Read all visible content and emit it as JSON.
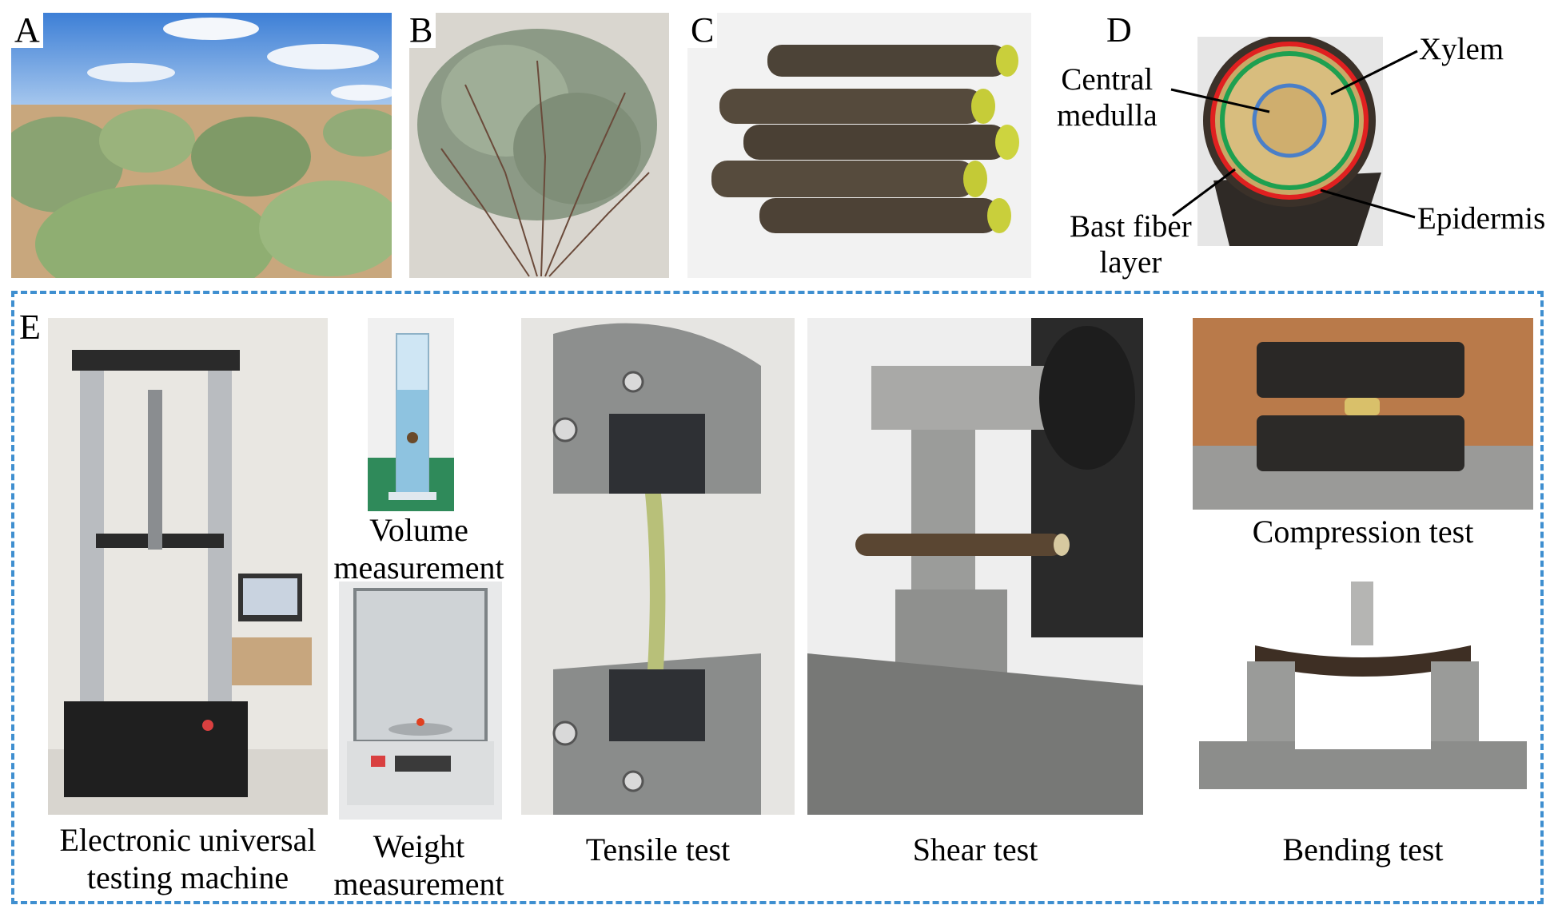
{
  "panels": {
    "a": {
      "letter": "A",
      "image": "shrubland-field-photo"
    },
    "b": {
      "letter": "B",
      "image": "uprooted-shrub-photo"
    },
    "c": {
      "letter": "C",
      "image": "cut-stem-bundle-photo"
    },
    "d": {
      "letter": "D",
      "image": "stem-cross-section-photo",
      "labels": {
        "central_medulla": "Central\nmedulla",
        "xylem": "Xylem",
        "bast_fiber_layer": "Bast fiber\nlayer",
        "epidermis": "Epidermis"
      },
      "ring_colors": {
        "xylem": "#e02020",
        "bast": "#1ea050",
        "medulla": "#4a7fc8"
      }
    },
    "e": {
      "letter": "E",
      "frame_color": "#3f8fd0",
      "captions": {
        "testing_machine": "Electronic universal\ntesting machine",
        "volume": "Volume\nmeasurement",
        "weight": "Weight\nmeasurement",
        "tensile": "Tensile test",
        "shear": "Shear test",
        "compression": "Compression test",
        "bending": "Bending test"
      }
    }
  }
}
